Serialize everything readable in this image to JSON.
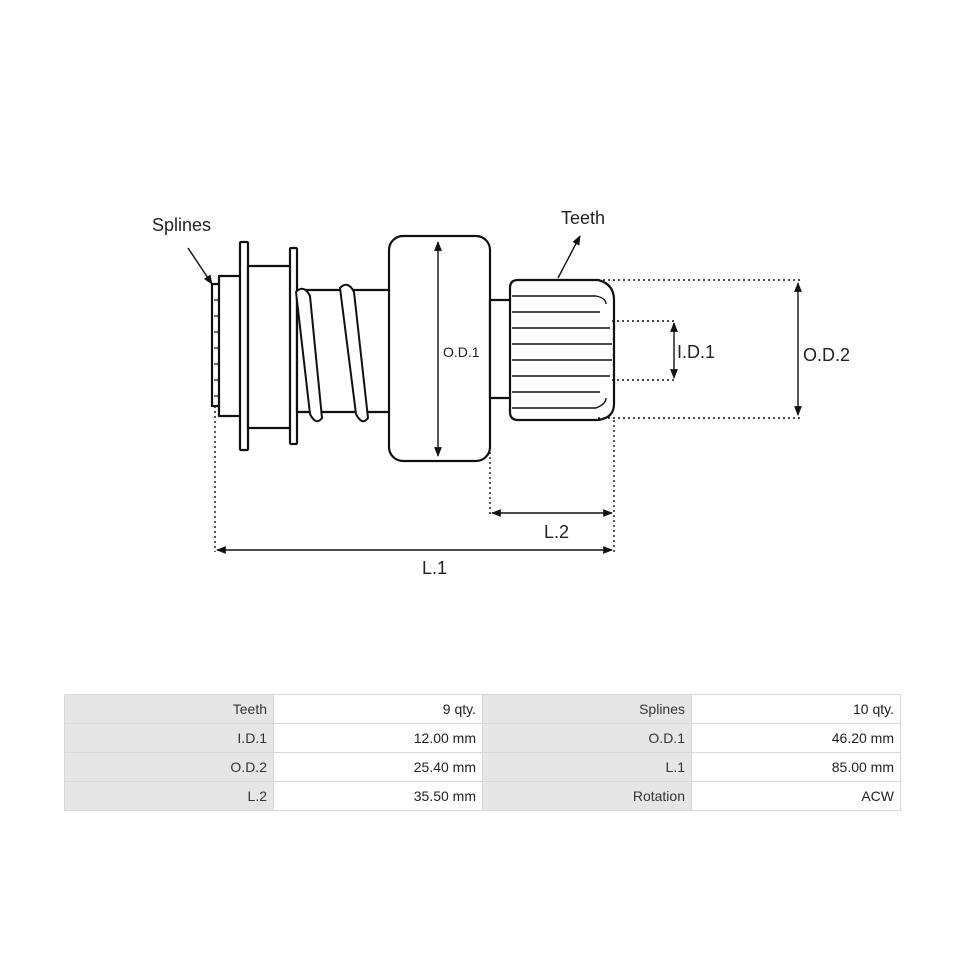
{
  "diagram": {
    "labels": {
      "splines": "Splines",
      "teeth": "Teeth",
      "od1": "O.D.1",
      "id1": "I.D.1",
      "od2": "O.D.2",
      "l2": "L.2",
      "l1": "L.1"
    }
  },
  "specs": {
    "rows": [
      [
        {
          "label": "Teeth",
          "value": "9 qty."
        },
        {
          "label": "Splines",
          "value": "10 qty."
        }
      ],
      [
        {
          "label": "I.D.1",
          "value": "12.00 mm"
        },
        {
          "label": "O.D.1",
          "value": "46.20 mm"
        }
      ],
      [
        {
          "label": "O.D.2",
          "value": "25.40 mm"
        },
        {
          "label": "L.1",
          "value": "85.00 mm"
        }
      ],
      [
        {
          "label": "L.2",
          "value": "35.50 mm"
        },
        {
          "label": "Rotation",
          "value": "ACW"
        }
      ]
    ]
  }
}
